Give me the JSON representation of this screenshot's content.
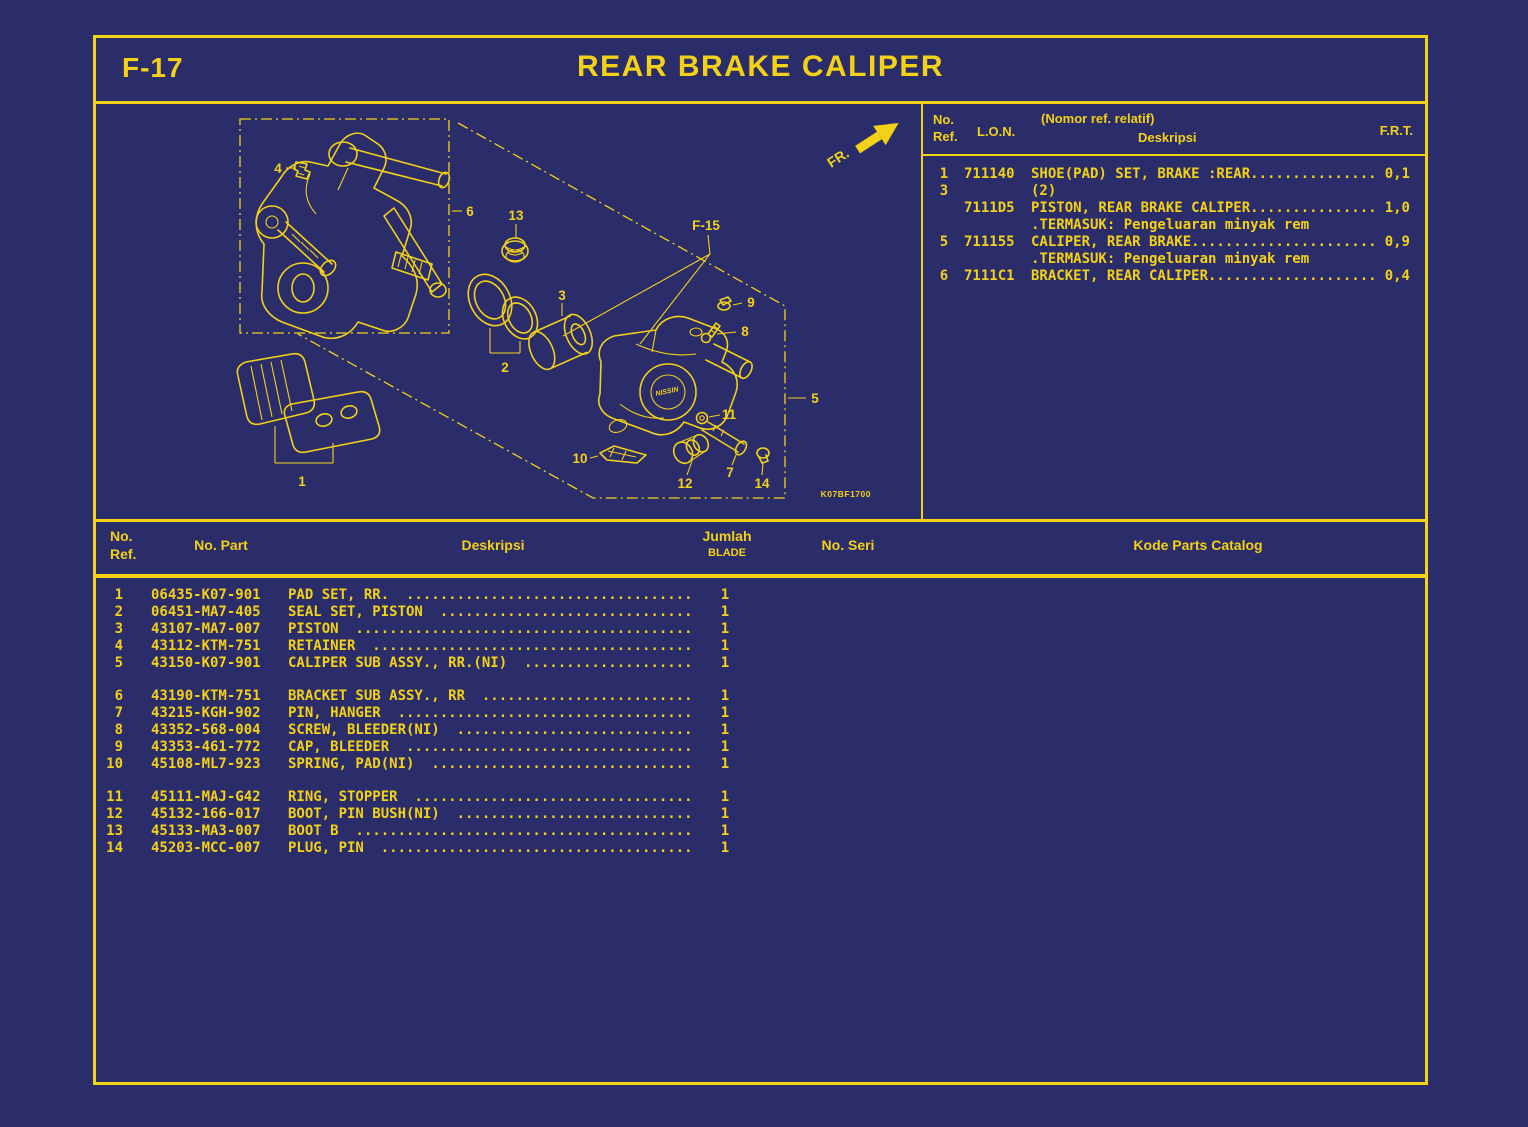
{
  "header": {
    "page_code": "F-17",
    "title": "REAR BRAKE CALIPER"
  },
  "lon_table": {
    "headers": {
      "no": "No.",
      "ref": "Ref.",
      "lon": "L.O.N.",
      "nomor": "(Nomor ref. relatif)",
      "deskripsi": "Deskripsi",
      "frt": "F.R.T."
    },
    "rows": [
      {
        "ref": "1",
        "lon": "711140",
        "desc": "SHOE(PAD) SET, BRAKE :REAR",
        "frt": "0,1"
      },
      {
        "ref": "3",
        "lon": "",
        "desc": "(2)",
        "frt": ""
      },
      {
        "ref": "",
        "lon": "7111D5",
        "desc": "PISTON, REAR BRAKE CALIPER",
        "frt": "1,0"
      },
      {
        "ref": "",
        "lon": "",
        "desc": ".TERMASUK: Pengeluaran minyak rem",
        "frt": ""
      },
      {
        "ref": "5",
        "lon": "711155",
        "desc": "CALIPER, REAR BRAKE",
        "frt": "0,9"
      },
      {
        "ref": "",
        "lon": "",
        "desc": ".TERMASUK: Pengeluaran minyak rem",
        "frt": ""
      },
      {
        "ref": "6",
        "lon": "7111C1",
        "desc": "BRACKET, REAR CALIPER",
        "frt": "0,4"
      }
    ]
  },
  "parts_table": {
    "headers": {
      "no": "No.",
      "ref": "Ref.",
      "part": "No. Part",
      "deskripsi": "Deskripsi",
      "jumlah": "Jumlah",
      "blade": "BLADE",
      "seri": "No. Seri",
      "kode": "Kode Parts Catalog"
    },
    "groups": [
      [
        {
          "ref": "1",
          "part": "06435-K07-901",
          "desc": "PAD SET, RR.",
          "qty": "1"
        },
        {
          "ref": "2",
          "part": "06451-MA7-405",
          "desc": "SEAL SET, PISTON",
          "qty": "1"
        },
        {
          "ref": "3",
          "part": "43107-MA7-007",
          "desc": "PISTON",
          "qty": "1"
        },
        {
          "ref": "4",
          "part": "43112-KTM-751",
          "desc": "RETAINER",
          "qty": "1"
        },
        {
          "ref": "5",
          "part": "43150-K07-901",
          "desc": "CALIPER SUB ASSY., RR.(NI)",
          "qty": "1"
        }
      ],
      [
        {
          "ref": "6",
          "part": "43190-KTM-751",
          "desc": "BRACKET SUB ASSY., RR",
          "qty": "1"
        },
        {
          "ref": "7",
          "part": "43215-KGH-902",
          "desc": "PIN, HANGER",
          "qty": "1"
        },
        {
          "ref": "8",
          "part": "43352-568-004",
          "desc": "SCREW, BLEEDER(NI)",
          "qty": "1"
        },
        {
          "ref": "9",
          "part": "43353-461-772",
          "desc": "CAP, BLEEDER",
          "qty": "1"
        },
        {
          "ref": "10",
          "part": "45108-ML7-923",
          "desc": "SPRING, PAD(NI)",
          "qty": "1"
        }
      ],
      [
        {
          "ref": "11",
          "part": "45111-MAJ-G42",
          "desc": "RING, STOPPER",
          "qty": "1"
        },
        {
          "ref": "12",
          "part": "45132-166-017",
          "desc": "BOOT, PIN BUSH(NI)",
          "qty": "1"
        },
        {
          "ref": "13",
          "part": "45133-MA3-007",
          "desc": "BOOT B",
          "qty": "1"
        },
        {
          "ref": "14",
          "part": "45203-MCC-007",
          "desc": "PLUG, PIN",
          "qty": "1"
        }
      ]
    ]
  },
  "diagram": {
    "fr_label": "FR.",
    "ref_page_label": "F-15",
    "drawing_code": "K07BF1700",
    "brand": "NISSIN",
    "callouts": [
      "1",
      "2",
      "3",
      "4",
      "5",
      "6",
      "7",
      "8",
      "9",
      "10",
      "11",
      "12",
      "13",
      "14"
    ]
  }
}
